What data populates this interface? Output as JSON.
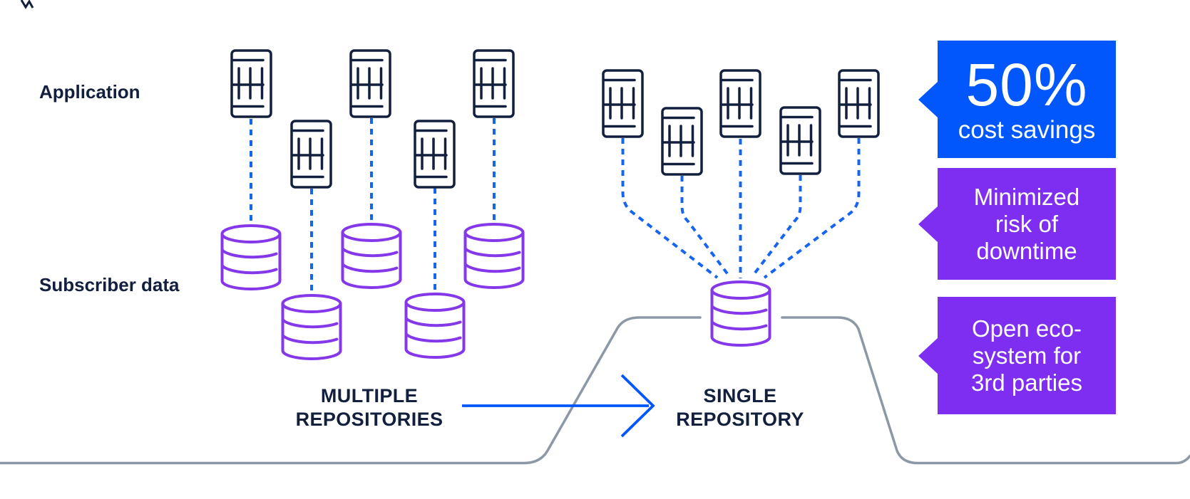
{
  "colors": {
    "navy": "#12203E",
    "blue": "#0157FB",
    "dash_blue": "#1565F0",
    "purple": "#7E2EF0",
    "cylinder_purple": "#8438EA",
    "gray": "#8C98A5",
    "white": "#FFFFFF"
  },
  "labels": {
    "application": "Application",
    "subscriber_data": "Subscriber data"
  },
  "left_group": {
    "caption_line1": "MULTIPLE",
    "caption_line2": "REPOSITORIES",
    "application_icon_count": 5,
    "repository_icon_count": 5
  },
  "right_group": {
    "caption_line1": "SINGLE",
    "caption_line2": "REPOSITORY",
    "application_icon_count": 5,
    "repository_icon_count": 1
  },
  "callouts": [
    {
      "type": "stat",
      "headline": "50%",
      "subtext": "cost savings",
      "color": "#0157FB"
    },
    {
      "type": "benefit",
      "lines": [
        "Minimized",
        "risk of",
        "downtime"
      ],
      "color": "#7E2EF0"
    },
    {
      "type": "benefit",
      "lines": [
        "Open eco-",
        "system for",
        "3rd parties"
      ],
      "color": "#7E2EF0"
    }
  ],
  "icons": {
    "application_icon": "mobile-device-with-data-table",
    "repository_icon": "database-cylinder",
    "connector": "blue-dashed-line",
    "transition": "right-arrow",
    "baseline": "gray-plateau-line"
  }
}
